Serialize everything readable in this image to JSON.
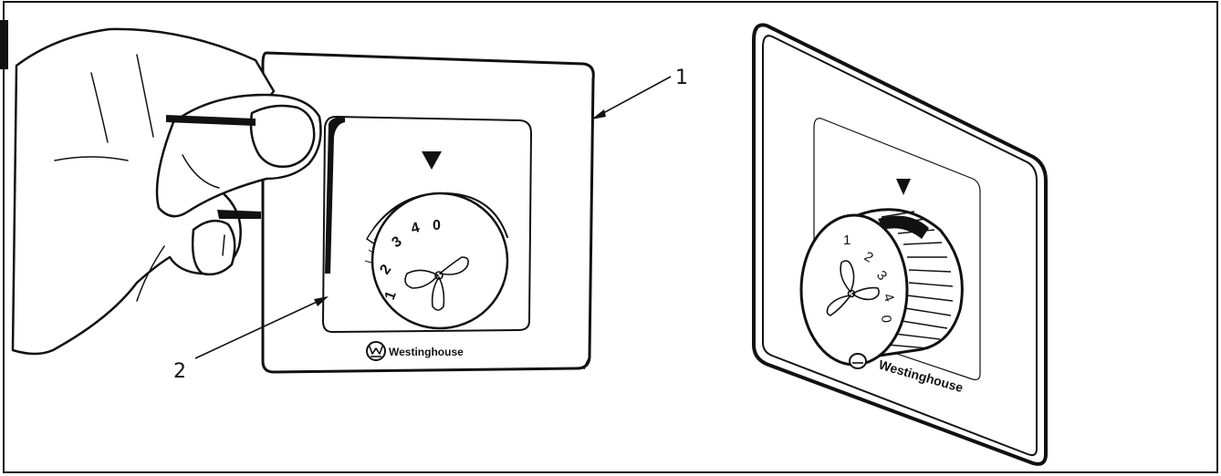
{
  "figure": {
    "callouts": {
      "one": "1",
      "two": "2"
    },
    "left_control": {
      "brand": "Westinghouse",
      "dial_numbers": [
        "1",
        "2",
        "3",
        "4",
        "0"
      ]
    },
    "right_control": {
      "brand": "Westinghouse",
      "dial_numbers": [
        "1",
        "2",
        "3",
        "4",
        "0"
      ]
    },
    "icons": [
      "fan-icon",
      "westinghouse-logo",
      "indicator-arrow-icon"
    ]
  }
}
